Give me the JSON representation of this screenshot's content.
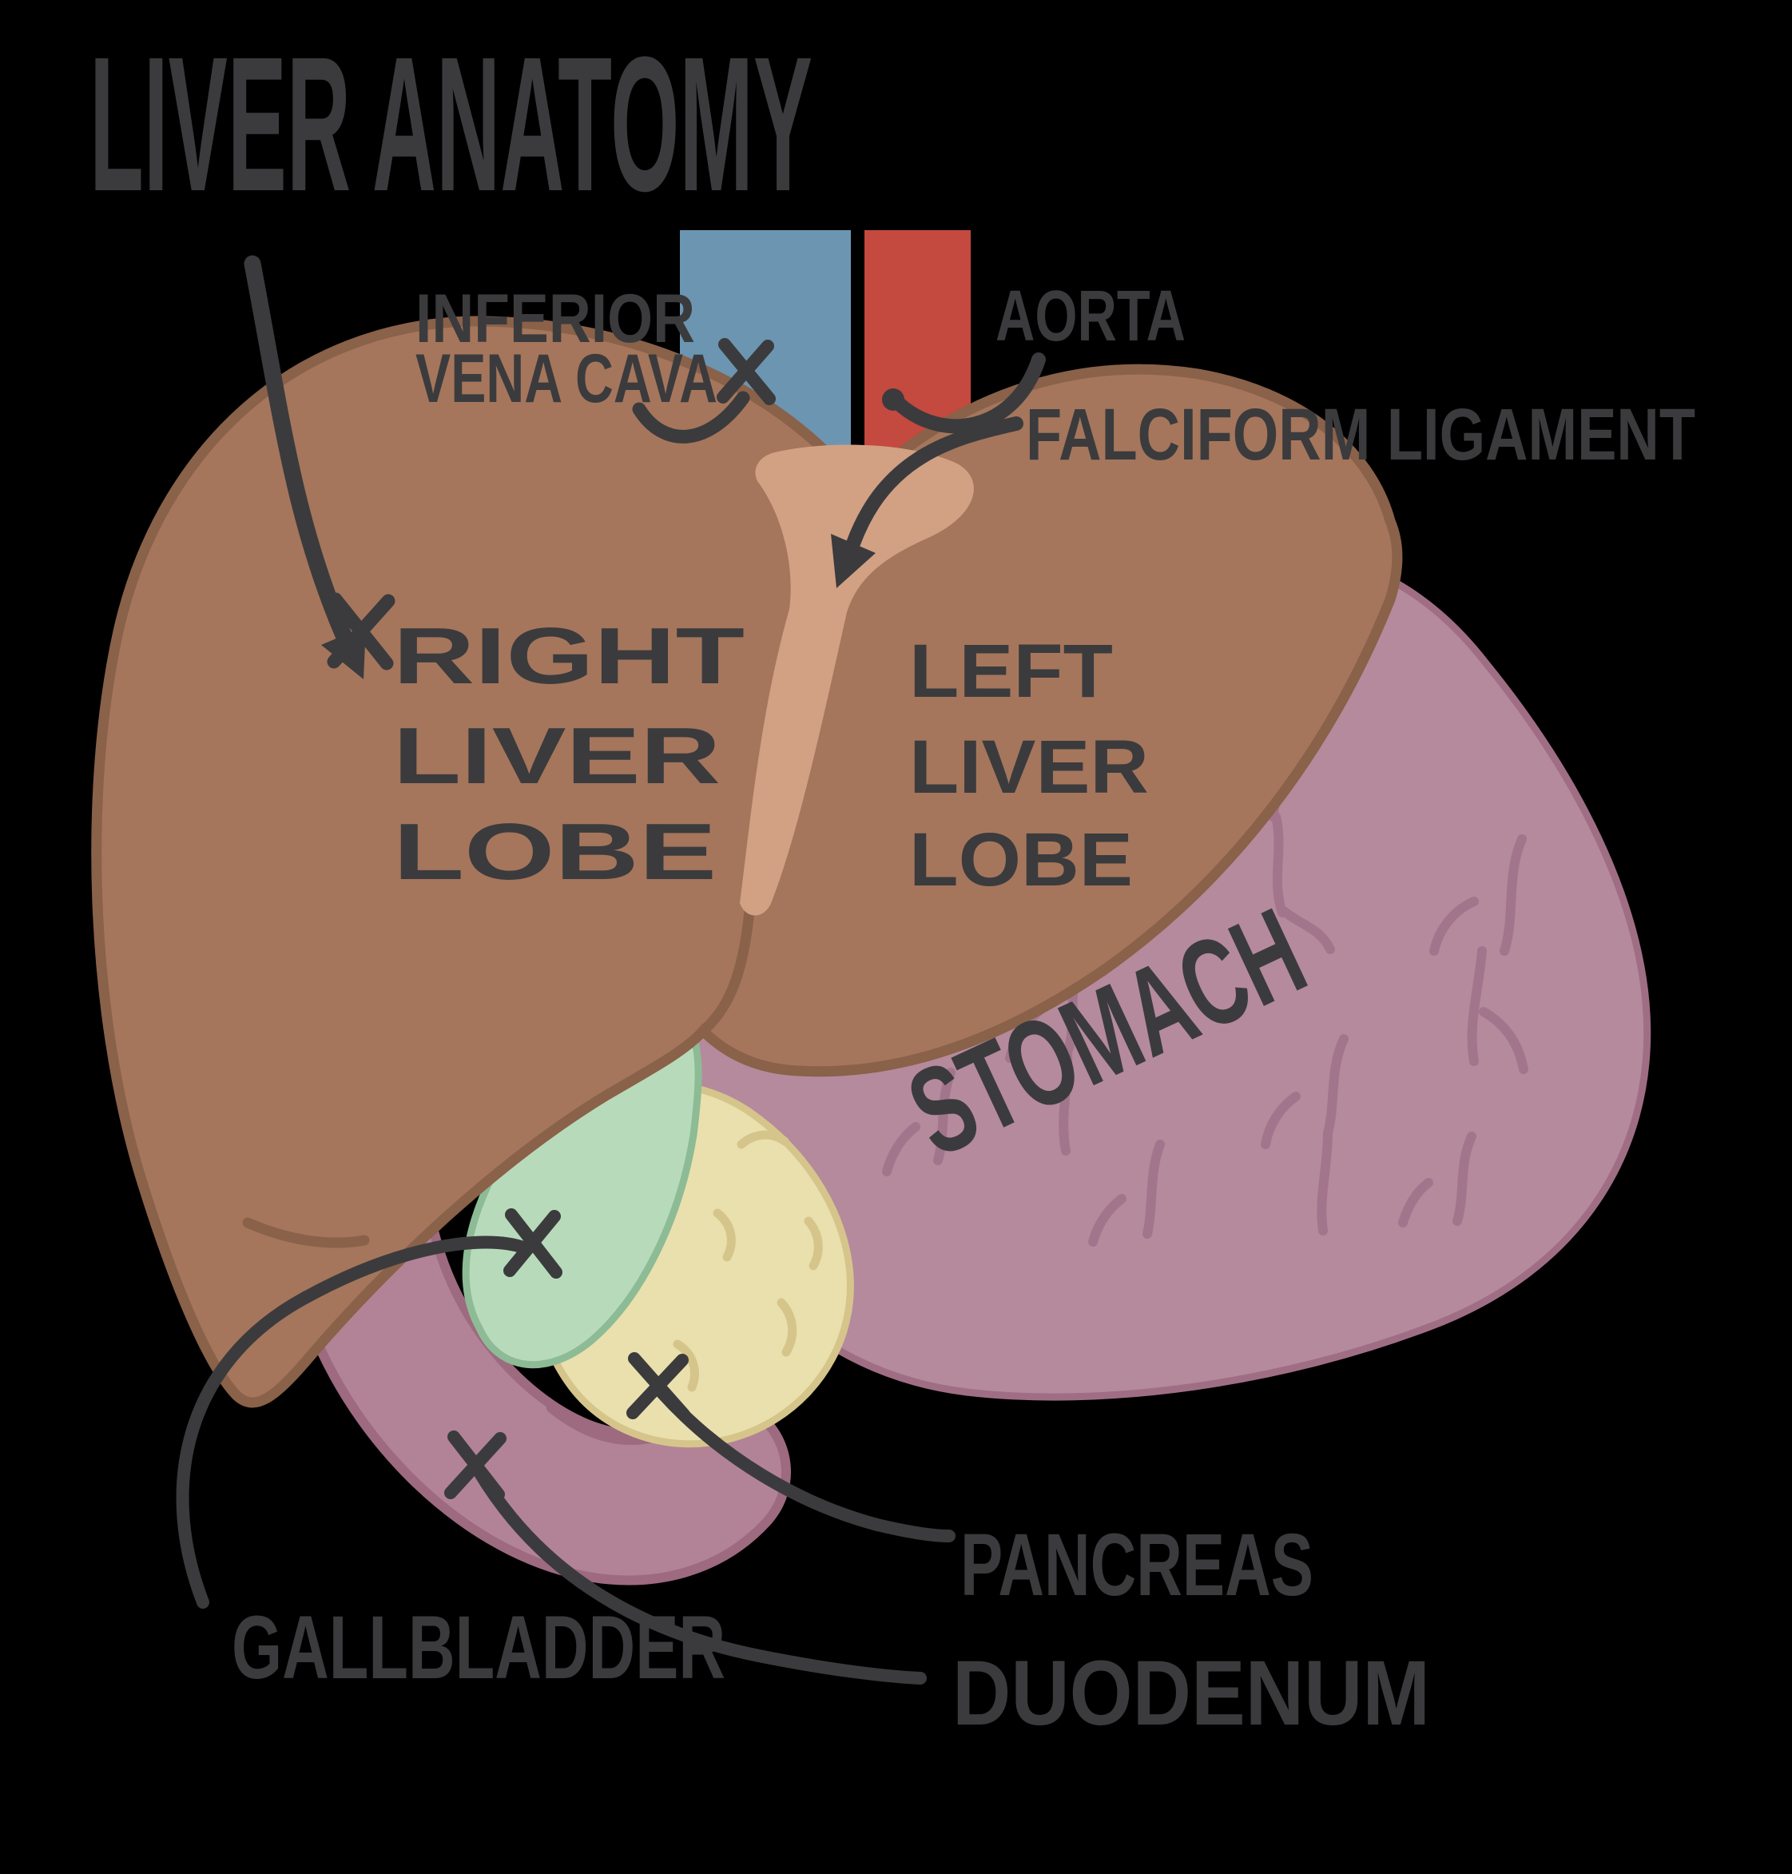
{
  "title": "LIVER ANATOMY",
  "colors": {
    "background": "#000000",
    "ink": "#3b3b3d",
    "liver": "#a5765c",
    "liver_outline": "#8a6149",
    "falciform": "#d2a183",
    "vena_cava_blue": "#6c95b2",
    "aorta_red": "#c4493f",
    "stomach": "#b58a9c",
    "stomach_outline": "#a06e84",
    "stomach_vein": "#a3758c",
    "duodenum": "#b28396",
    "duodenum_outline": "#9d6a7f",
    "gallbladder": "#b7dbba",
    "gallbladder_outline": "#8dbb95",
    "pancreas": "#eae0ad",
    "pancreas_outline": "#d5c58b"
  },
  "labels": {
    "inferior_vena_cava": {
      "line1": "INFERIOR",
      "line2": "VENA CAVA"
    },
    "aorta": "AORTA",
    "falciform_ligament": "FALCIFORM LIGAMENT",
    "right_liver_lobe": {
      "line1": "RIGHT",
      "line2": "LIVER",
      "line3": "LOBE"
    },
    "left_liver_lobe": {
      "line1": "LEFT",
      "line2": "LIVER",
      "line3": "LOBE"
    },
    "stomach": "STOMACH",
    "gallbladder": "GALLBLADDER",
    "pancreas": "PANCREAS",
    "duodenum": "DUODENUM"
  }
}
